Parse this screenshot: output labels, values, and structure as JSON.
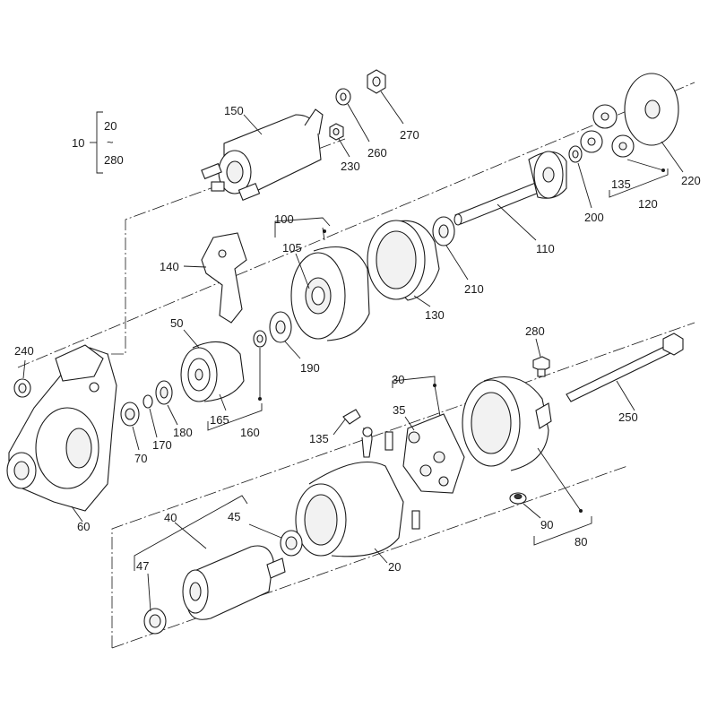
{
  "labels": {
    "l10": "10",
    "l20a": "20",
    "ltilde": "~",
    "l280a": "280",
    "l150": "150",
    "l260": "260",
    "l270": "270",
    "l230": "230",
    "l220": "220",
    "l200": "200",
    "l135a": "135",
    "l120": "120",
    "l110": "110",
    "l100": "100",
    "l105": "105",
    "l210": "210",
    "l130": "130",
    "l140": "140",
    "l50": "50",
    "l190": "190",
    "l240": "240",
    "l165": "165",
    "l160": "160",
    "l70": "70",
    "l170": "170",
    "l180": "180",
    "l60": "60",
    "l30": "30",
    "l35": "35",
    "l135b": "135",
    "l280b": "280",
    "l250": "250",
    "l90": "90",
    "l80": "80",
    "l40": "40",
    "l45": "45",
    "l47": "47",
    "l20b": "20"
  }
}
